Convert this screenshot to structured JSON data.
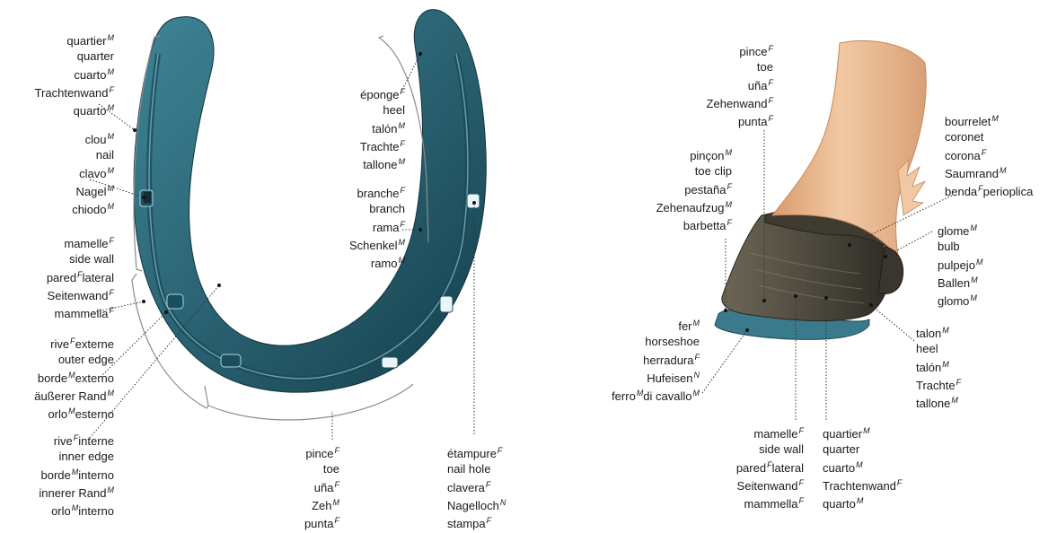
{
  "colors": {
    "shoe": "#2a6272",
    "shoe_dark": "#164553",
    "leader": "#333333",
    "bracket": "#8c8c8c",
    "skin": "#e8b78e",
    "hoof": "#4f4b3f"
  },
  "labels": {
    "quartier_left": [
      {
        "t": "quartier",
        "g": "M"
      },
      {
        "t": "quarter",
        "g": ""
      },
      {
        "t": "cuarto",
        "g": "M"
      },
      {
        "t": "Trachtenwand",
        "g": "F"
      },
      {
        "t": "quarto",
        "g": "M"
      }
    ],
    "clou": [
      {
        "t": "clou",
        "g": "M"
      },
      {
        "t": "nail",
        "g": ""
      },
      {
        "t": "clavo",
        "g": "M"
      },
      {
        "t": "Nagel",
        "g": "M"
      },
      {
        "t": "chiodo",
        "g": "M"
      }
    ],
    "mamelle_left": [
      {
        "t": "mamelle",
        "g": "F"
      },
      {
        "t": "side wall",
        "g": ""
      },
      {
        "t": "pared",
        "g": "F",
        "s": "lateral"
      },
      {
        "t": "Seitenwand",
        "g": "F"
      },
      {
        "t": "mammella",
        "g": "F"
      }
    ],
    "rive_externe": [
      {
        "t": "rive",
        "g": "F",
        "s": "externe"
      },
      {
        "t": "outer edge",
        "g": ""
      },
      {
        "t": "borde",
        "g": "M",
        "s": "externo"
      },
      {
        "t": "äußerer Rand",
        "g": "M"
      },
      {
        "t": "orlo",
        "g": "M",
        "s": "esterno"
      }
    ],
    "rive_interne": [
      {
        "t": "rive",
        "g": "F",
        "s": "interne"
      },
      {
        "t": "inner edge",
        "g": ""
      },
      {
        "t": "borde",
        "g": "M",
        "s": "interno"
      },
      {
        "t": "innerer Rand",
        "g": "M"
      },
      {
        "t": "orlo",
        "g": "M",
        "s": "interno"
      }
    ],
    "pince_shoe": [
      {
        "t": "pince",
        "g": "F"
      },
      {
        "t": "toe",
        "g": ""
      },
      {
        "t": "uña",
        "g": "F"
      },
      {
        "t": "Zeh",
        "g": "M"
      },
      {
        "t": "punta",
        "g": "F"
      }
    ],
    "eponge": [
      {
        "t": "éponge",
        "g": "F"
      },
      {
        "t": "heel",
        "g": ""
      },
      {
        "t": "talón",
        "g": "M"
      },
      {
        "t": "Trachte",
        "g": "F"
      },
      {
        "t": "tallone",
        "g": "M"
      }
    ],
    "branche": [
      {
        "t": "branche",
        "g": "F"
      },
      {
        "t": "branch",
        "g": ""
      },
      {
        "t": "rama",
        "g": "F"
      },
      {
        "t": "Schenkel",
        "g": "M"
      },
      {
        "t": "ramo",
        "g": "M"
      }
    ],
    "etampure": [
      {
        "t": "étampure",
        "g": "F"
      },
      {
        "t": "nail hole",
        "g": ""
      },
      {
        "t": "clavera",
        "g": "F"
      },
      {
        "t": "Nagelloch",
        "g": "N"
      },
      {
        "t": "stampa",
        "g": "F"
      }
    ],
    "pince_hoof": [
      {
        "t": "pince",
        "g": "F"
      },
      {
        "t": "toe",
        "g": ""
      },
      {
        "t": "uña",
        "g": "F"
      },
      {
        "t": "Zehenwand",
        "g": "F"
      },
      {
        "t": "punta",
        "g": "F"
      }
    ],
    "pincon": [
      {
        "t": "pinçon",
        "g": "M"
      },
      {
        "t": "toe clip",
        "g": ""
      },
      {
        "t": "pestaña",
        "g": "F"
      },
      {
        "t": "Zehenaufzug",
        "g": "M"
      },
      {
        "t": "barbetta",
        "g": "F"
      }
    ],
    "bourrelet": [
      {
        "t": "bourrelet",
        "g": "M"
      },
      {
        "t": "coronet",
        "g": ""
      },
      {
        "t": "corona",
        "g": "F"
      },
      {
        "t": "Saumrand",
        "g": "M"
      },
      {
        "t": "benda",
        "g": "F",
        "s": "perioplica"
      }
    ],
    "glome": [
      {
        "t": "glome",
        "g": "M"
      },
      {
        "t": "bulb",
        "g": ""
      },
      {
        "t": "pulpejo",
        "g": "M"
      },
      {
        "t": "Ballen",
        "g": "M"
      },
      {
        "t": "glomo",
        "g": "M"
      }
    ],
    "fer": [
      {
        "t": "fer",
        "g": "M"
      },
      {
        "t": "horseshoe",
        "g": ""
      },
      {
        "t": "herradura",
        "g": "F"
      },
      {
        "t": "Hufeisen",
        "g": "N"
      },
      {
        "t": "ferro",
        "g": "M",
        "s": "di cavallo",
        "g2": "M"
      }
    ],
    "talon": [
      {
        "t": "talon",
        "g": "M"
      },
      {
        "t": "heel",
        "g": ""
      },
      {
        "t": "talón",
        "g": "M"
      },
      {
        "t": "Trachte",
        "g": "F"
      },
      {
        "t": "tallone",
        "g": "M"
      }
    ],
    "mamelle_hoof": [
      {
        "t": "mamelle",
        "g": "F"
      },
      {
        "t": "side wall",
        "g": ""
      },
      {
        "t": "pared",
        "g": "F",
        "s": "lateral"
      },
      {
        "t": "Seitenwand",
        "g": "F"
      },
      {
        "t": "mammella",
        "g": "F"
      }
    ],
    "quartier_hoof": [
      {
        "t": "quartier",
        "g": "M"
      },
      {
        "t": "quarter",
        "g": ""
      },
      {
        "t": "cuarto",
        "g": "M"
      },
      {
        "t": "Trachtenwand",
        "g": "F"
      },
      {
        "t": "quarto",
        "g": "M"
      }
    ]
  }
}
